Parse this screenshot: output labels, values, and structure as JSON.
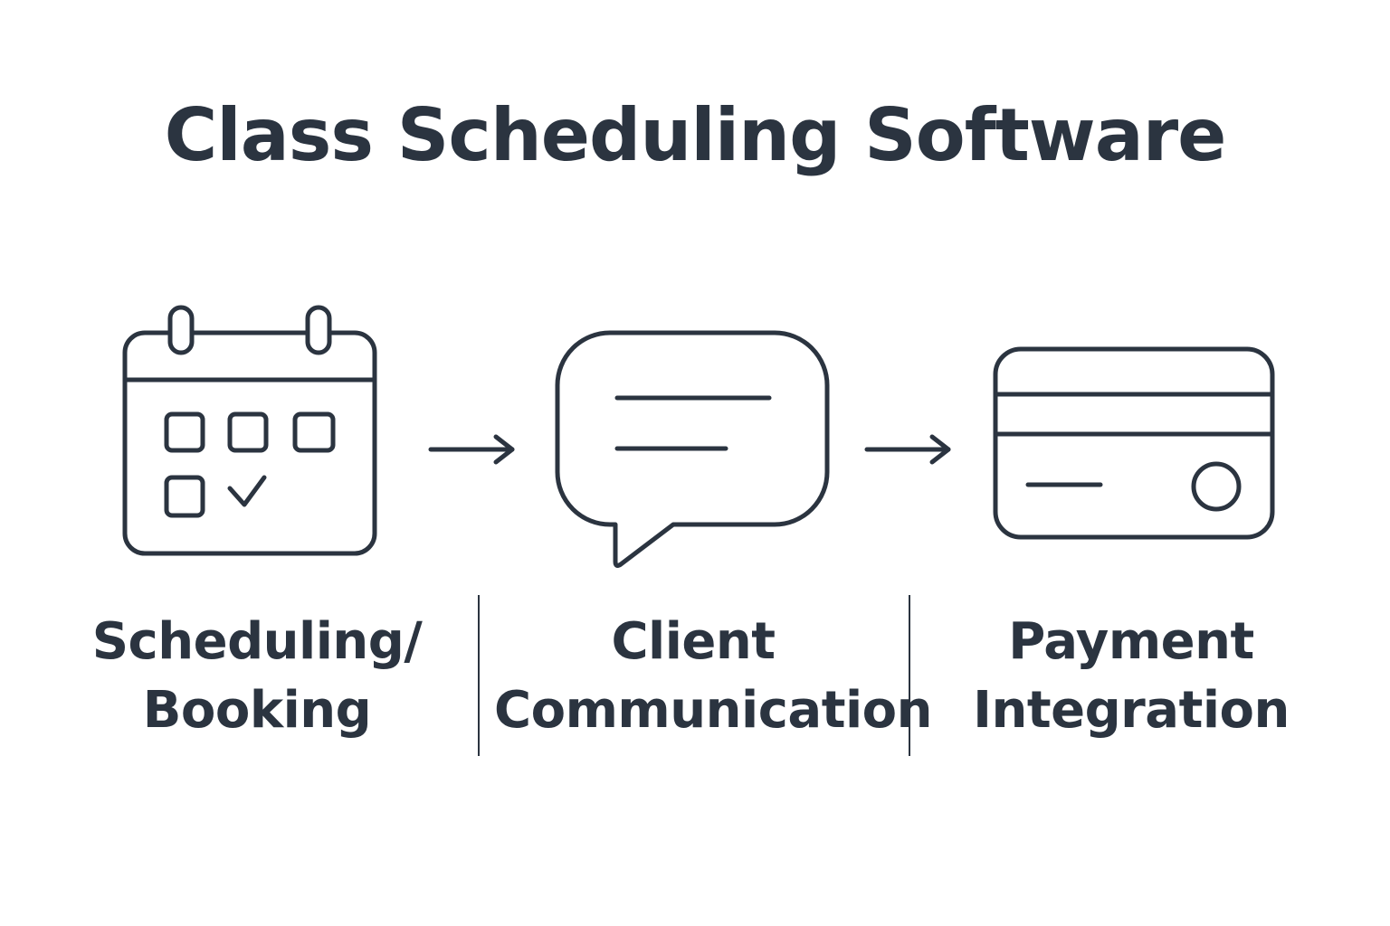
{
  "title": "Class Scheduling Software",
  "colors": {
    "ink": "#2b3440",
    "background": "#ffffff"
  },
  "steps": [
    {
      "icon": "calendar-check-icon",
      "label_line1": "Scheduling/",
      "label_line2": "Booking"
    },
    {
      "icon": "chat-bubble-icon",
      "label_line1": "Client",
      "label_line2": "Communication"
    },
    {
      "icon": "credit-card-icon",
      "label_line1": "Payment",
      "label_line2": "Integration"
    }
  ]
}
